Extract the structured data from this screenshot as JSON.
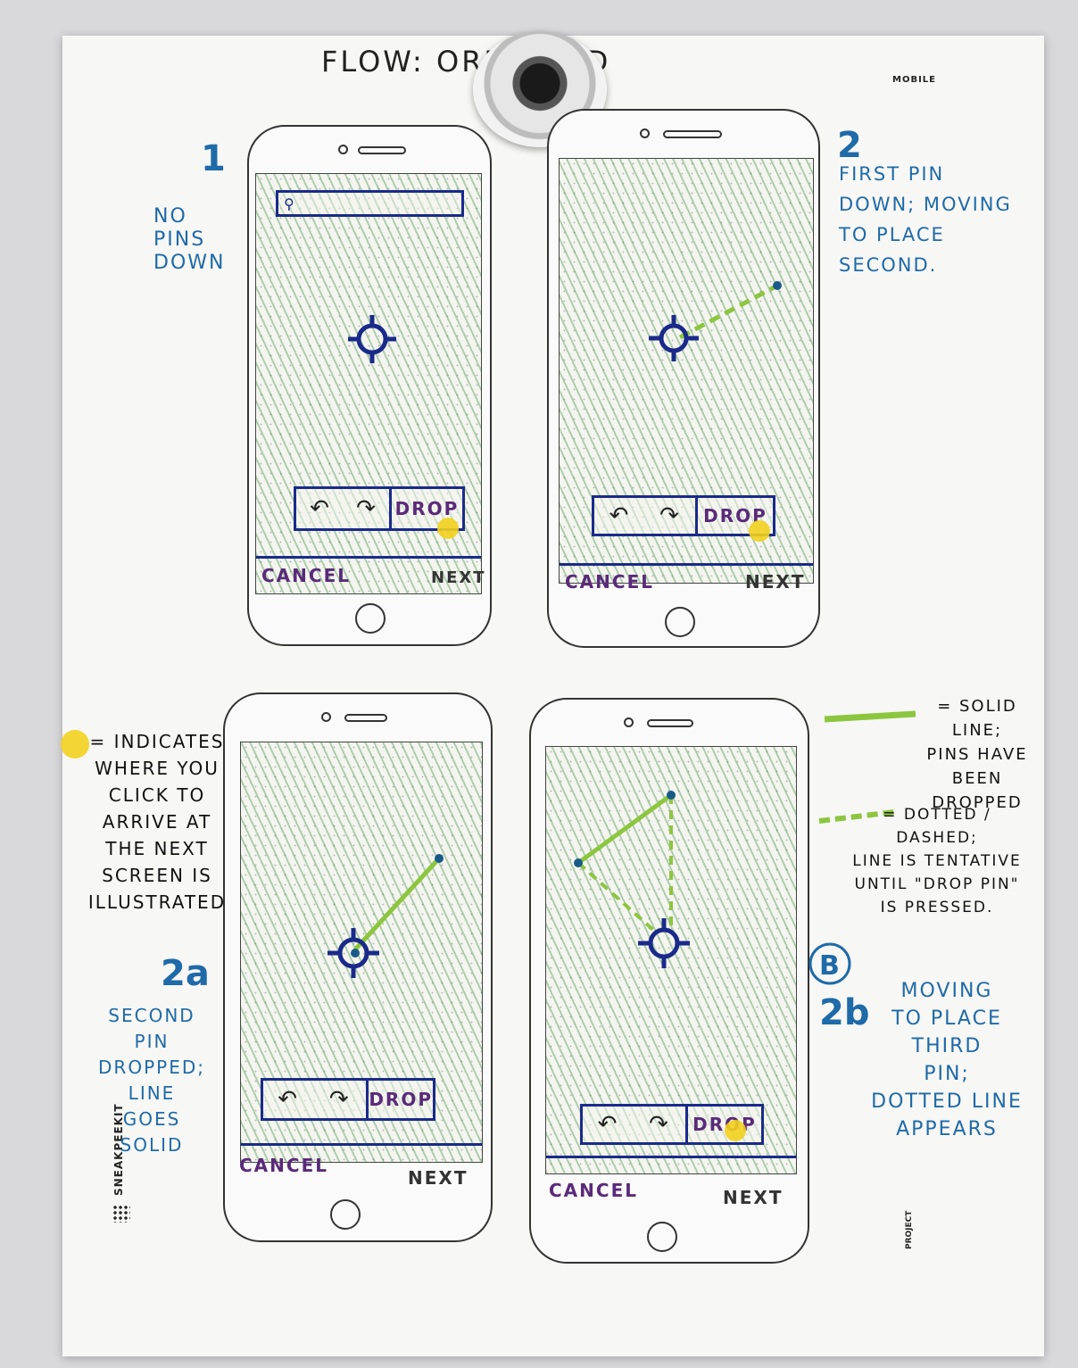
{
  "title": "FLOW: ORE   FIELD",
  "mobile_tag": "MOBILE",
  "project_tag": "PROJECT",
  "brand_tag": "SNEAKPEEKIT",
  "toolbar": {
    "undo_icon": "undo-arrow-icon",
    "redo_icon": "redo-arrow-icon",
    "drop_label": "DROP"
  },
  "nav": {
    "cancel_label": "CANCEL",
    "next_label": "NEXT"
  },
  "frames": {
    "f1": {
      "number": "1",
      "note": "NO\nPINS\nDOWN"
    },
    "f2": {
      "number": "2",
      "note": "FIRST PIN\nDOWN; MOVING\nTO PLACE\nSECOND."
    },
    "f3": {
      "number": "2a",
      "note": "SECOND\nPIN\nDROPPED;\nLINE GOES\nSOLID"
    },
    "f4": {
      "number": "2b",
      "note": "MOVING\nTO PLACE\nTHIRD\nPIN;\nDOTTED LINE\nAPPEARS"
    }
  },
  "legend": {
    "yellow": "= INDICATES\nWHERE YOU\nCLICK TO\nARRIVE AT\nTHE NEXT\nSCREEN IS\nILLUSTRATED",
    "solid": "= SOLID\nLINE;\nPINS HAVE\nBEEN DROPPED",
    "dashed": "= DOTTED /\nDASHED;\nLINE IS TENTATIVE\nUNTIL \"DROP PIN\"\nIS PRESSED."
  },
  "colors": {
    "ink_blue": "#1a2a8a",
    "note_blue": "#1f6aa8",
    "map_green": "#2b8a3e",
    "line_green": "#8cc63f",
    "highlight_yellow": "#f2d21e",
    "label_purple": "#5a2a7a"
  }
}
